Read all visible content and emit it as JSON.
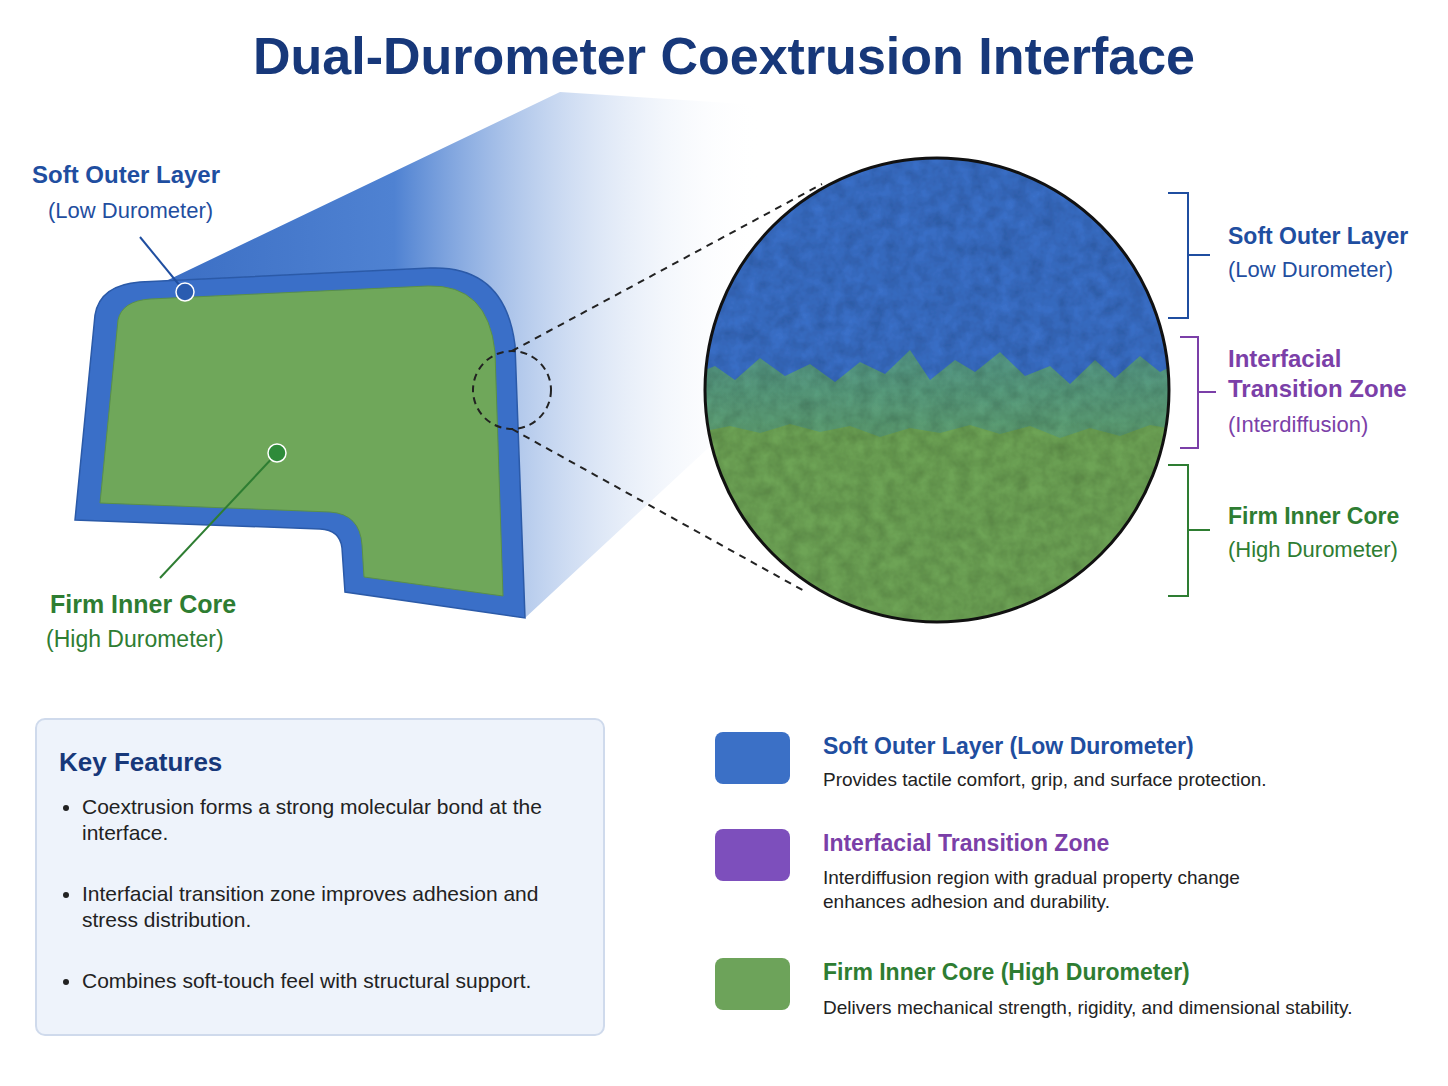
{
  "diagram": {
    "title": "Dual-Durometer Coextrusion Interface",
    "nodes": [
      {
        "text": [
          "Key Features",
          "Coextrusion forms a strong molecular bond at the interface.",
          "Interfacial transition zone improves adhesion and stress distribution.",
          "Combines soft-touch feel with structural support."
        ]
      }
    ],
    "labels": [
      "Soft Outer Layer",
      "(Low Durometer)",
      "Firm Inner Core",
      "(High Durometer)",
      "Soft Outer Layer",
      "(Low Durometer)",
      "Interfacial Transition Zone",
      "(Interdiffusion)",
      "Firm Inner Core",
      "(High Durometer)",
      "Provides tactile comfort, grip, and surface protection.",
      "Interdiffusion region with gradual property change enhances adhesion and durability.",
      "Delivers mechanical strength, rigidity, and dimensional stability."
    ],
    "legend": [
      {
        "text": "Soft Outer Layer (Low Durometer)",
        "color": "#3b70c6"
      },
      {
        "text": "Interfacial Transition Zone",
        "color": "#7d4fbc"
      },
      {
        "text": "Firm Inner Core (High Durometer)",
        "color": "#6da35a"
      }
    ]
  }
}
